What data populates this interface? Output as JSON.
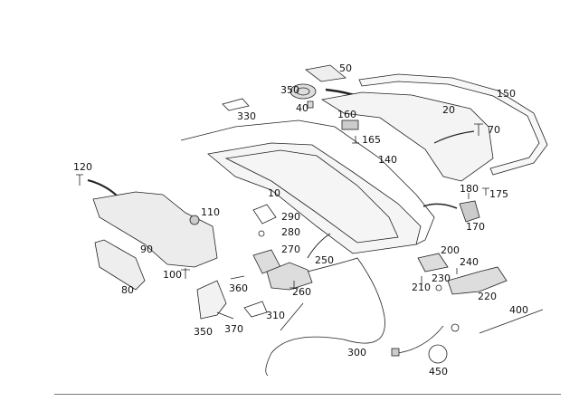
{
  "diagram": {
    "type": "exploded parts diagram",
    "line_color": "#222222",
    "callouts": [
      "50",
      "350",
      "40",
      "330",
      "160",
      "165",
      "20",
      "150",
      "70",
      "140",
      "120",
      "110",
      "10",
      "290",
      "280",
      "270",
      "180",
      "175",
      "170",
      "90",
      "80",
      "100",
      "360",
      "250",
      "260",
      "200",
      "240",
      "230",
      "210",
      "220",
      "350",
      "370",
      "310",
      "300",
      "400",
      "450"
    ]
  }
}
